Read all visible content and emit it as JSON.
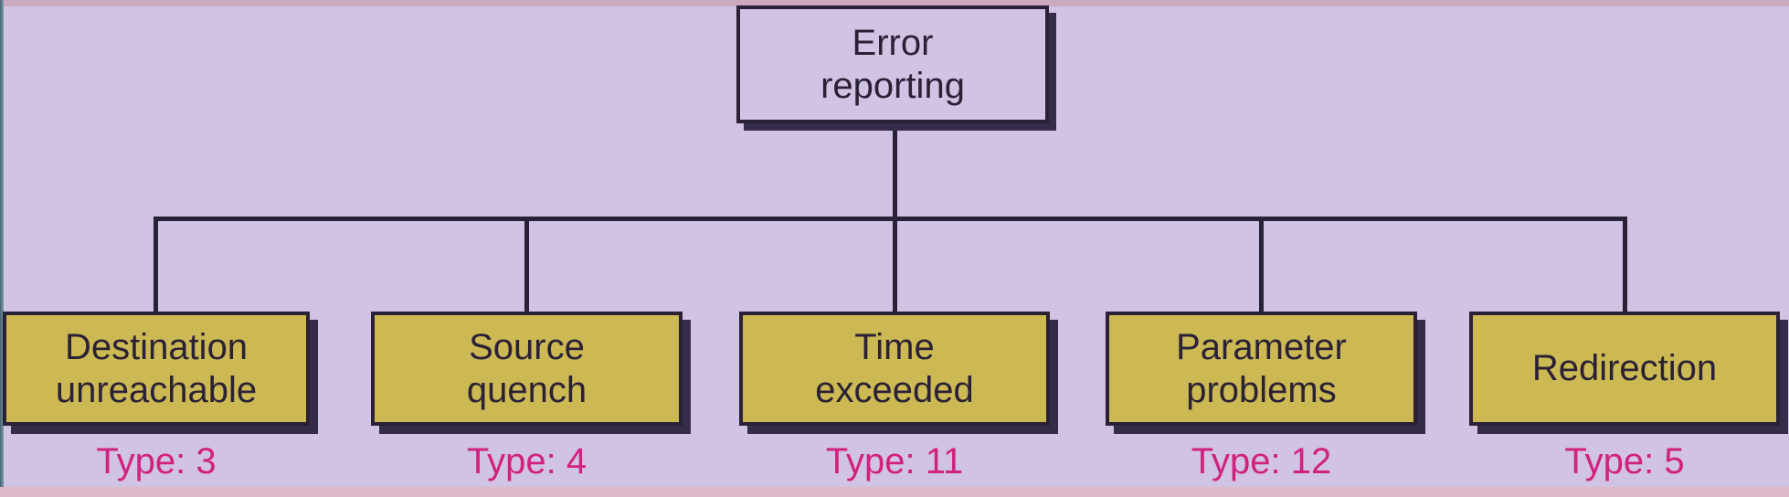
{
  "root_node": {
    "label": "Error\nreporting"
  },
  "children": [
    {
      "label": "Destination\nunreachable",
      "type_label": "Type: 3"
    },
    {
      "label": "Source\nquench",
      "type_label": "Type: 4"
    },
    {
      "label": "Time\nexceeded",
      "type_label": "Type: 11"
    },
    {
      "label": "Parameter\nproblems",
      "type_label": "Type: 12"
    },
    {
      "label": "Redirection",
      "type_label": "Type: 5"
    }
  ],
  "colors": {
    "background_lavender": "#d1c3e3",
    "top_strip_pink": "#cba9bf",
    "bottom_strip_pink": "#dcb8c8",
    "box_gold": "#ccb954",
    "line_and_border_dark": "#2b2136",
    "shadow_dark_purple": "#362b48",
    "type_text_magenta": "#d1217e",
    "left_edge_slate": "#5f8191"
  }
}
